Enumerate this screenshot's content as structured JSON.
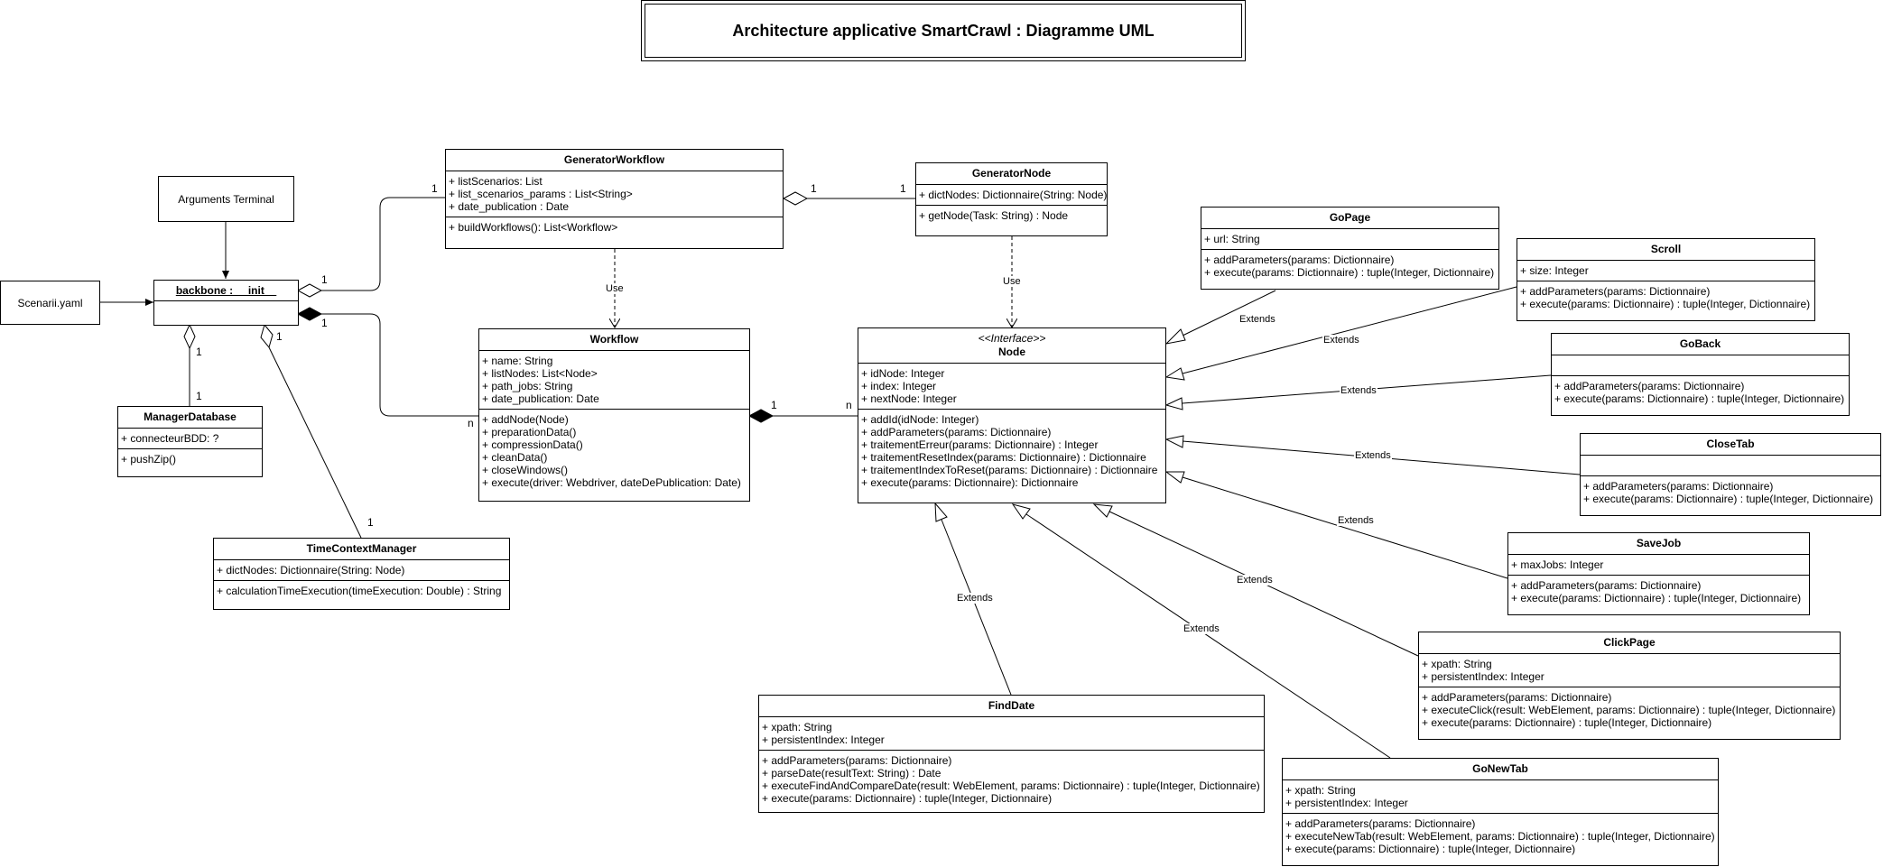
{
  "title": "Architecture applicative SmartCrawl : Diagramme UML",
  "boxes": {
    "scenarii": "Scenarii.yaml",
    "arguments": "Arguments Terminal"
  },
  "classes": {
    "backbone": {
      "name": "backbone : __init__",
      "attrs": [],
      "methods": []
    },
    "manager_database": {
      "name": "ManagerDatabase",
      "attrs": [
        "+ connecteurBDD: ?"
      ],
      "methods": [
        "+ pushZip()"
      ]
    },
    "time_context_manager": {
      "name": "TimeContextManager",
      "attrs": [
        "+ dictNodes: Dictionnaire(String: Node)"
      ],
      "methods": [
        "+ calculationTimeExecution(timeExecution: Double) : String"
      ]
    },
    "generator_workflow": {
      "name": "GeneratorWorkflow",
      "attrs": [
        "+ listScenarios: List",
        "+ list_scenarios_params : List<String>",
        "+ date_publication : Date"
      ],
      "methods": [
        "+ buildWorkflows(): List<Workflow>"
      ]
    },
    "generator_node": {
      "name": "GeneratorNode",
      "attrs": [
        "+ dictNodes: Dictionnaire(String: Node)"
      ],
      "methods": [
        "+ getNode(Task: String) : Node"
      ]
    },
    "workflow": {
      "name": "Workflow",
      "attrs": [
        "+ name: String",
        "+ listNodes: List<Node>",
        "+ path_jobs: String",
        "+ date_publication: Date"
      ],
      "methods": [
        "+ addNode(Node)",
        "+ preparationData()",
        "+ compressionData()",
        "+ cleanData()",
        "+ closeWindows()",
        "+ execute(driver: Webdriver, dateDePublication: Date)"
      ]
    },
    "node": {
      "stereotype": "<<Interface>>",
      "name": "Node",
      "attrs": [
        "+ idNode: Integer",
        "+ index: Integer",
        "+ nextNode: Integer"
      ],
      "methods": [
        "+ addId(idNode: Integer)",
        "+ addParameters(params: Dictionnaire)",
        "+ traitementErreur(params: Dictionnaire) : Integer",
        "+ traitementResetIndex(params: Dictionnaire) : Dictionnaire",
        "+ traitementIndexToReset(params: Dictionnaire) : Dictionnaire",
        "+ execute(params: Dictionnaire): Dictionnaire"
      ]
    },
    "go_page": {
      "name": "GoPage",
      "attrs": [
        "+ url: String"
      ],
      "methods": [
        "+ addParameters(params: Dictionnaire)",
        "+ execute(params: Dictionnaire) : tuple(Integer, Dictionnaire)"
      ]
    },
    "scroll": {
      "name": "Scroll",
      "attrs": [
        "+ size: Integer"
      ],
      "methods": [
        "+ addParameters(params: Dictionnaire)",
        "+ execute(params: Dictionnaire) : tuple(Integer, Dictionnaire)"
      ]
    },
    "go_back": {
      "name": "GoBack",
      "attrs": [],
      "methods": [
        "+ addParameters(params: Dictionnaire)",
        "+ execute(params: Dictionnaire) : tuple(Integer, Dictionnaire)"
      ]
    },
    "close_tab": {
      "name": "CloseTab",
      "attrs": [],
      "methods": [
        "+ addParameters(params: Dictionnaire)",
        "+ execute(params: Dictionnaire) : tuple(Integer, Dictionnaire)"
      ]
    },
    "save_job": {
      "name": "SaveJob",
      "attrs": [
        "+ maxJobs: Integer"
      ],
      "methods": [
        "+ addParameters(params: Dictionnaire)",
        "+ execute(params: Dictionnaire) : tuple(Integer, Dictionnaire)"
      ]
    },
    "click_page": {
      "name": "ClickPage",
      "attrs": [
        "+ xpath: String",
        "+ persistentIndex: Integer"
      ],
      "methods": [
        "+ addParameters(params: Dictionnaire)",
        "+ executeClick(result: WebElement, params: Dictionnaire) : tuple(Integer, Dictionnaire)",
        "+ execute(params: Dictionnaire) : tuple(Integer, Dictionnaire)"
      ]
    },
    "find_date": {
      "name": "FindDate",
      "attrs": [
        "+ xpath: String",
        "+ persistentIndex: Integer"
      ],
      "methods": [
        "+ addParameters(params: Dictionnaire)",
        "+ parseDate(resultText: String) : Date",
        "+ executeFindAndCompareDate(result: WebElement, params: Dictionnaire) : tuple(Integer, Dictionnaire)",
        "+ execute(params: Dictionnaire) : tuple(Integer, Dictionnaire)"
      ]
    },
    "go_new_tab": {
      "name": "GoNewTab",
      "attrs": [
        "+ xpath: String",
        "+ persistentIndex: Integer"
      ],
      "methods": [
        "+ addParameters(params: Dictionnaire)",
        "+ executeNewTab(result: WebElement, params: Dictionnaire) : tuple(Integer, Dictionnaire)",
        "+ execute(params: Dictionnaire) : tuple(Integer, Dictionnaire)"
      ]
    }
  },
  "labels": {
    "use": "Use",
    "extends": "Extends"
  },
  "multiplicities": {
    "one": "1",
    "many": "n"
  },
  "colors": {
    "stroke": "#000000",
    "background": "#ffffff"
  }
}
